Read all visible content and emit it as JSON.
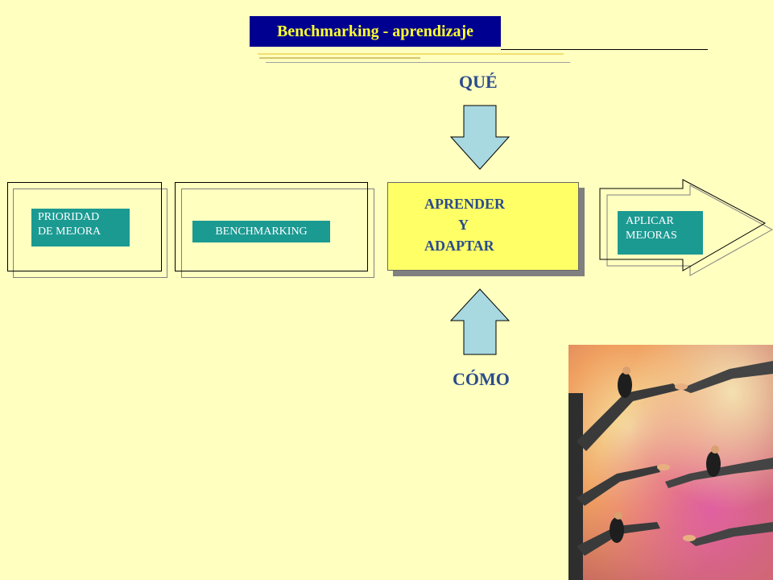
{
  "title": "Benchmarking - aprendizaje",
  "labels": {
    "que": "QUÉ",
    "como": "CÓMO"
  },
  "steps": [
    {
      "lines": [
        "PRIORIDAD",
        "DE MEJORA"
      ]
    },
    {
      "lines": [
        "BENCHMARKING"
      ]
    },
    {
      "lines": [
        "APRENDER",
        "Y",
        "ADAPTAR"
      ]
    },
    {
      "lines": [
        "APLICAR",
        "MEJORAS"
      ]
    }
  ],
  "colors": {
    "background": "#ffffc0",
    "title_bg": "#000090",
    "title_text": "#ffff30",
    "label_bg": "#1b9a92",
    "label_text": "#ffffff",
    "center_bg": "#ffff66",
    "arrow_fill": "#a8d8e0",
    "accent_text": "#2a4b8c"
  },
  "icons": {
    "top_arrow": "arrow-down-icon",
    "bottom_arrow": "arrow-up-icon",
    "final_step_shape": "chevron-arrow-shape"
  }
}
